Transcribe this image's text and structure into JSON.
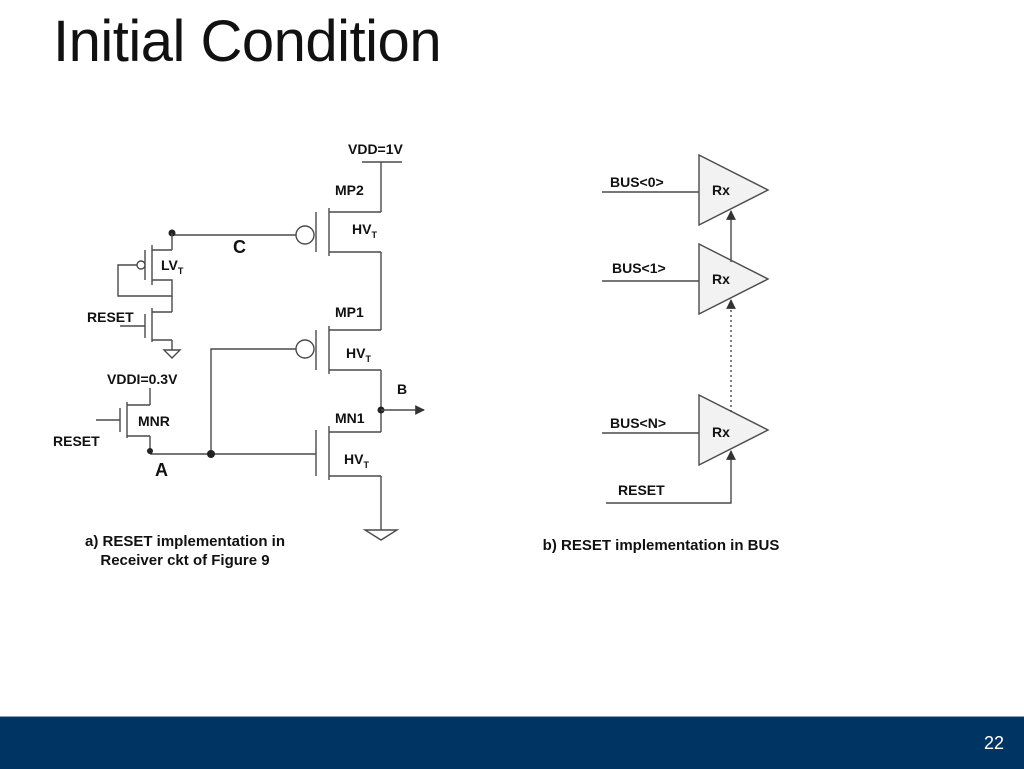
{
  "slide": {
    "title": "Initial Condition",
    "page_number": "22"
  },
  "left_circuit": {
    "supply": "VDD=1V",
    "mp2": {
      "name": "MP2",
      "vt": "HV",
      "sub": "T"
    },
    "mp1": {
      "name": "MP1",
      "vt": "HV",
      "sub": "T"
    },
    "mn1": {
      "name": "MN1",
      "vt": "HV",
      "sub": "T"
    },
    "aux": {
      "vt": "LV",
      "sub": "T"
    },
    "node_c": "C",
    "node_b": "B",
    "node_a": "A",
    "reset_1": "RESET",
    "vddi": "VDDI=0.3V",
    "mnr": "MNR",
    "reset_2": "RESET",
    "caption_line1": "a) RESET implementation in",
    "caption_line2": "Receiver ckt of Figure 9"
  },
  "right_circuit": {
    "receivers": [
      {
        "bus": "BUS<0>",
        "label": "Rx"
      },
      {
        "bus": "BUS<1>",
        "label": "Rx"
      },
      {
        "bus": "BUS<N>",
        "label": "Rx"
      }
    ],
    "reset": "RESET",
    "caption": "b) RESET implementation in BUS"
  },
  "colors": {
    "footer": "#003462",
    "wire": "#4a4a4a",
    "buffer_fill": "#f2f2f2"
  }
}
